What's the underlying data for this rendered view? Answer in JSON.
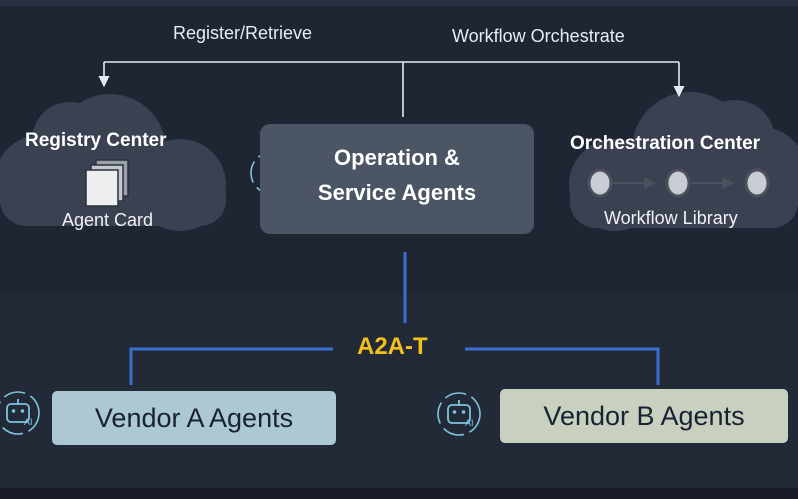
{
  "top_labels": {
    "register_retrieve": "Register/Retrieve",
    "workflow_orchestrate": "Workflow Orchestrate"
  },
  "registry_center": {
    "title": "Registry Center",
    "item": "Agent Card",
    "icon": "document-stack-icon"
  },
  "operation_agents": {
    "line1": "Operation &",
    "line2": "Service Agents",
    "icon": "ai-robot-icon"
  },
  "orchestration_center": {
    "title": "Orchestration Center",
    "item": "Workflow Library",
    "icon": "workflow-nodes-icon"
  },
  "protocol": {
    "label": "A2A-T"
  },
  "vendors": [
    {
      "label": "Vendor A Agents",
      "icon": "ai-robot-icon"
    },
    {
      "label": "Vendor B Agents",
      "icon": "ai-robot-icon"
    }
  ],
  "colors": {
    "background": "#1e2533",
    "cloud": "#3a4150",
    "operation_box": "#4b5564",
    "connector_blue": "#3a6fd0",
    "connector_white": "#e6e9ee",
    "protocol_yellow": "#f2c21b",
    "vendor_a": "#abc8d3",
    "vendor_b": "#c8d1c0",
    "icon_cyan": "#7fc4de"
  }
}
